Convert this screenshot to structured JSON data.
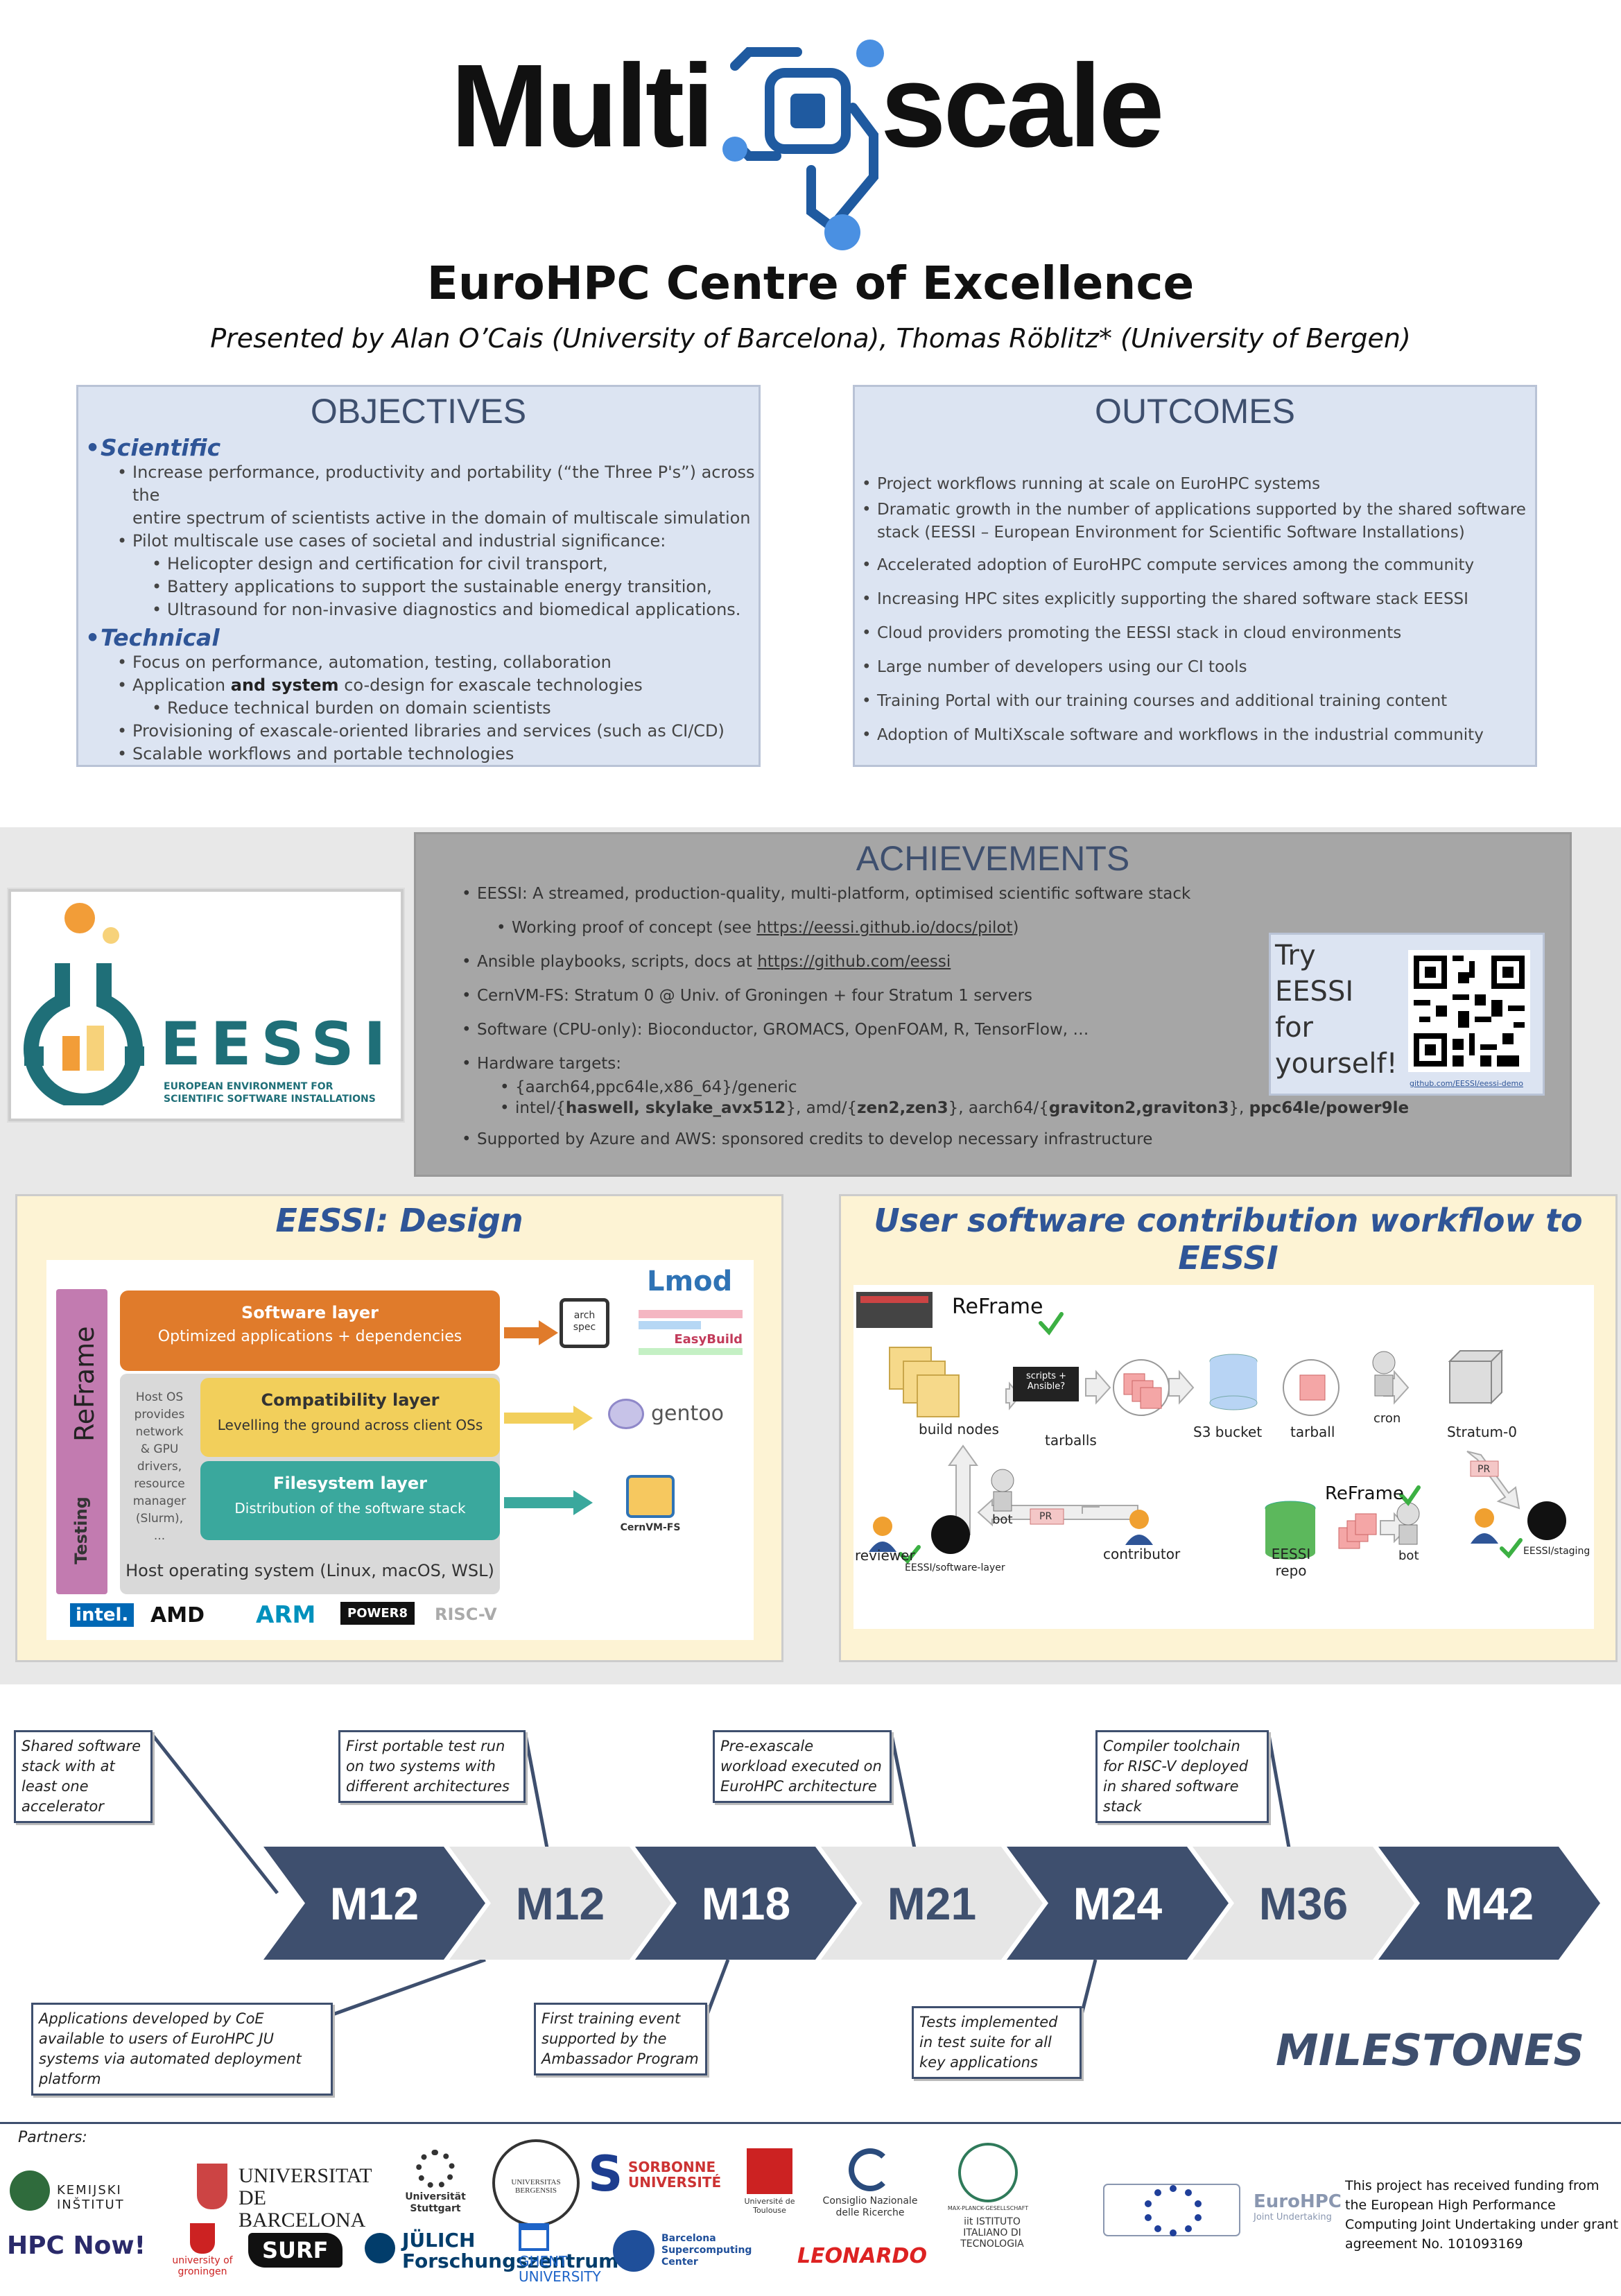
{
  "header": {
    "logo_left": "Multi",
    "logo_right": "scale",
    "subtitle": "EuroHPC Centre of Excellence",
    "presenters": "Presented by Alan O’Cais (University of Barcelona), Thomas Röblitz* (University of Bergen)"
  },
  "objectives": {
    "title": "OBJECTIVES",
    "scientific": "Scientific",
    "sci_items": [
      "Increase performance, productivity and portability (“the Three P's”) across the",
      "entire spectrum of scientists active in the domain of multiscale simulation",
      "Pilot multiscale use cases of societal and industrial significance:"
    ],
    "sci_sub": [
      "Helicopter design and certification for civil transport,",
      "Battery applications to support the sustainable energy transition,",
      "Ultrasound for non-invasive diagnostics and biomedical applications."
    ],
    "technical": "Technical",
    "tech_items": [
      "Focus on performance, automation, testing, collaboration",
      "Application",
      "and system",
      "co-design for exascale technologies",
      "Reduce technical burden on domain scientists",
      "Provisioning of exascale-oriented libraries and services (such as CI/CD)",
      "Scalable workflows and portable technologies"
    ]
  },
  "outcomes": {
    "title": "OUTCOMES",
    "items": [
      "Project workflows running at scale on EuroHPC systems",
      "Dramatic growth in the number of applications supported by the shared software",
      "stack (EESSI – European Environment for Scientific Software Installations)",
      "Accelerated adoption of EuroHPC compute services among the community",
      "Increasing HPC sites explicitly supporting the shared software stack EESSI",
      "Cloud providers promoting the EESSI stack in cloud environments",
      "Large number of developers using our CI tools",
      "Training Portal with our training courses and additional training content",
      "Adoption of MultiXscale software and workflows in the industrial community"
    ]
  },
  "eessi_logo": {
    "name": "EESSI",
    "tag1": "EUROPEAN ENVIRONMENT FOR",
    "tag2": "SCIENTIFIC SOFTWARE INSTALLATIONS"
  },
  "achievements": {
    "title": "ACHIEVEMENTS",
    "items": [
      "EESSI: A streamed, production-quality, multi-platform, optimised scientific software stack",
      "Working proof of concept (see ",
      "https://eessi.github.io/docs/pilot",
      ")",
      "Ansible playbooks, scripts, docs at ",
      "https://github.com/eessi",
      "CernVM-FS: Stratum 0 @ Univ. of Groningen + four Stratum 1 servers",
      "Software (CPU-only): Bioconductor, GROMACS, OpenFOAM, R, TensorFlow, …",
      "Hardware targets:",
      "Supported by Azure and AWS: sponsored credits to develop necessary infrastructure"
    ],
    "hw1": "{aarch64,ppc64le,x86_64}/generic",
    "hw2a": "intel/{",
    "hw2b": "haswell, skylake_avx512",
    "hw2c": "}, amd/{",
    "hw2d": "zen2,zen3",
    "hw2e": "}, aarch64/{",
    "hw2f": "graviton2,graviton3",
    "hw2g": "}, ",
    "hw2h": "ppc64le/power9le",
    "try": [
      "Try",
      "EESSI",
      "for",
      "yourself!"
    ],
    "qr_link": "github.com/EESSI/eessi-demo"
  },
  "design": {
    "title": "EESSI: Design",
    "lmod": "Lmod",
    "easybuild": "EasyBuild",
    "reframe": "ReFrame",
    "testing": "Testing",
    "software_layer": "Software layer",
    "software_sub": "Optimized applications + dependencies",
    "compat_layer": "Compatibility layer",
    "compat_sub": "Levelling the ground across client OSs",
    "fs_layer": "Filesystem layer",
    "fs_sub": "Distribution of the software stack",
    "hostos_note": [
      "Host OS",
      "provides",
      "network",
      "& GPU",
      "drivers,",
      "resource",
      "manager",
      "(Slurm),",
      "..."
    ],
    "host": "Host operating system (Linux, macOS, WSL)",
    "archspec": [
      "arch",
      "spec"
    ],
    "gentoo": "gentoo",
    "cvmfs": "CernVM-FS",
    "vendors": [
      "intel.",
      "AMD",
      "ARM",
      "POWER8",
      "RISC-V"
    ]
  },
  "workflow": {
    "title": "User software contribution workflow to EESSI",
    "labels": {
      "build": "build nodes",
      "scripts": "scripts + Ansible?",
      "tarballs": "tarballs",
      "s3": "S3 bucket",
      "tarball": "tarball",
      "cron": "cron",
      "stratum": "Stratum-0",
      "pr": "PR",
      "bot": "bot",
      "reviewer": "reviewer",
      "contributor": "contributor",
      "swlayer": "EESSI/software-layer",
      "repo1": "EESSI",
      "repo2": "repo",
      "staging": "EESSI/staging",
      "reframe": "ReFrame"
    }
  },
  "milestones": {
    "title": "MILESTONES",
    "labels": [
      "M12",
      "M12",
      "M18",
      "M21",
      "M24",
      "M36",
      "M42"
    ],
    "top": [
      "Shared software stack with at least one accelerator",
      "First portable test run on two systems with different architectures",
      "Pre-exascale workload executed on EuroHPC architecture",
      "Compiler toolchain for RISC-V deployed in shared software stack"
    ],
    "bottom": [
      "Applications developed by CoE available to users of EuroHPC JU systems via automated deployment platform",
      "First training event supported by the Ambassador Program",
      "Tests implemented in test suite for all key applications"
    ]
  },
  "partners": {
    "title": "Partners:",
    "logos": [
      "KEMIJSKI INŠTITUT",
      "UNIVERSITAT DE BARCELONA",
      "Universität Stuttgart",
      "UNIVERSITAS BERGENSIS",
      "SORBONNE UNIVERSITÉ",
      "Université de Toulouse",
      "Consiglio Nazionale delle Ricerche",
      "MAX-PLANCK-GESELLSCHAFT",
      "HPC Now!",
      "university of groningen",
      "SURF",
      "JÜLICH Forschungszentrum",
      "GHENT UNIVERSITY",
      "Barcelona Supercomputing Center",
      "LEONARDO",
      "iit ISTITUTO ITALIANO DI TECNOLOGIA"
    ],
    "eurohpc": "EuroHPC",
    "eurohpc_sub": "Joint Undertaking",
    "funding": "This project has received funding from the European High Performance Computing Joint Undertaking under grant agreement No. 101093169"
  },
  "colors": {
    "dark": "#3e4f6e",
    "accent_blue": "#2f5597",
    "orange": "#e07b2b",
    "yellow": "#f2cf5b",
    "teal": "#3aa89d",
    "panel_blue": "#dce4f2"
  }
}
